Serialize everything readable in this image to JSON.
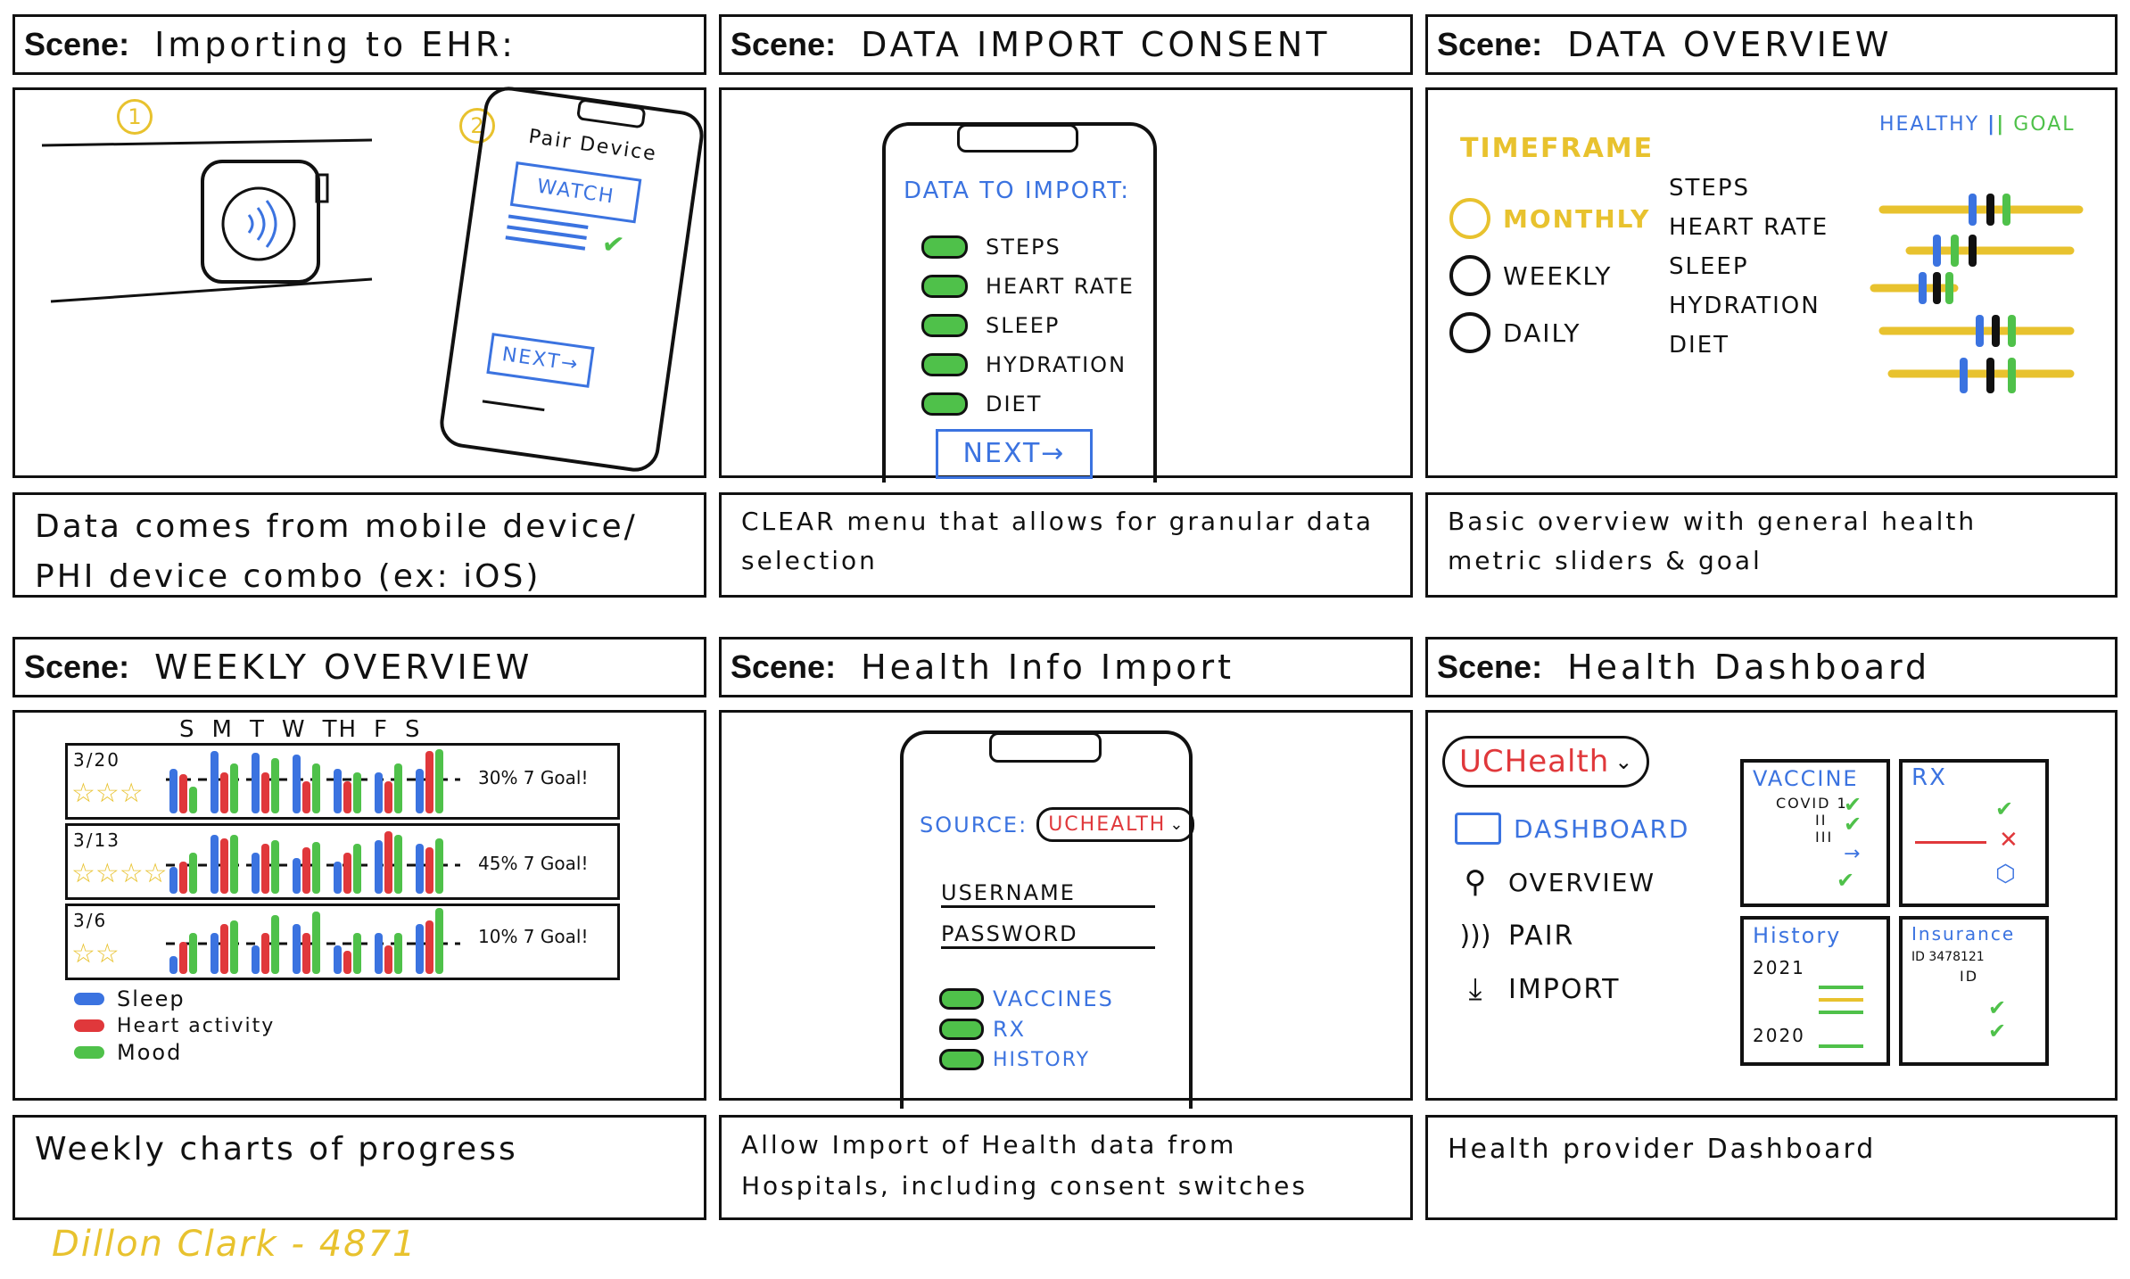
{
  "scene_label": "Scene:",
  "colors": {
    "blue": "#3b73e0",
    "red": "#e0383b",
    "green": "#4fc14a",
    "yellow": "#e8c22e",
    "ink": "#111111"
  },
  "panels": [
    {
      "title": "Importing to EHR:",
      "caption_lines": [
        "Data comes from mobile device/",
        "PHI device combo (ex: iOS)"
      ],
      "content": {
        "step1": "1",
        "step2": "2",
        "phone_title": "Pair Device",
        "watch_button": "WATCH",
        "next_button": "NEXT",
        "icons": [
          "watch-icon",
          "wireless-icon",
          "check-icon",
          "arrow-icon"
        ]
      }
    },
    {
      "title": "DATA IMPORT CONSENT",
      "caption_lines": [
        "CLEAR menu that allows for granular data",
        "selection"
      ],
      "content": {
        "heading": "DATA TO IMPORT:",
        "toggles": [
          "STEPS",
          "HEART RATE",
          "SLEEP",
          "HYDRATION",
          "DIET"
        ],
        "next_button": "NEXT"
      }
    },
    {
      "title": "DATA OVERVIEW",
      "caption_lines": [
        "Basic overview with general health",
        "metric sliders & goal"
      ],
      "content": {
        "timeframe_label": "TIMEFRAME",
        "timeframes": [
          "MONTHLY",
          "WEEKLY",
          "DAILY"
        ],
        "metrics": [
          "STEPS",
          "HEART RATE",
          "SLEEP",
          "HYDRATION",
          "DIET"
        ],
        "legend_healthy": "HEALTHY",
        "legend_goal": "GOAL"
      }
    },
    {
      "title": "WEEKLY OVERVIEW",
      "caption_lines": [
        "Weekly charts of progress"
      ],
      "content": {
        "days": [
          "S",
          "M",
          "T",
          "W",
          "TH",
          "F",
          "S"
        ],
        "weeks": [
          {
            "date": "3/20",
            "stars": 3,
            "goal_text": "30% 7 Goal!"
          },
          {
            "date": "3/13",
            "stars": 4,
            "goal_text": "45% 7 Goal!"
          },
          {
            "date": "3/6",
            "stars": 2,
            "goal_text": "10% 7 Goal!"
          }
        ],
        "legend": [
          "Sleep",
          "Heart activity",
          "Mood"
        ]
      }
    },
    {
      "title": "Health Info Import",
      "caption_lines": [
        "Allow Import of Health data from",
        "Hospitals, including consent switches"
      ],
      "content": {
        "source_label": "SOURCE:",
        "source_value": "UCHEALTH",
        "username_label": "USERNAME",
        "password_label": "PASSWORD",
        "toggles": [
          "VACCINES",
          "RX",
          "HISTORY"
        ]
      }
    },
    {
      "title": "Health Dashboard",
      "caption_lines": [
        "Health provider Dashboard"
      ],
      "content": {
        "provider": "UCHealth",
        "nav": [
          "DASHBOARD",
          "OVERVIEW",
          "PAIR",
          "IMPORT"
        ],
        "cards": [
          {
            "title": "VACCINE",
            "lines": [
              "COVID 1",
              "II",
              "III"
            ]
          },
          {
            "title": "RX",
            "lines": []
          },
          {
            "title": "History",
            "lines": [
              "2021",
              "2020"
            ]
          },
          {
            "title": "Insurance",
            "lines": [
              "ID 3478121",
              "ID"
            ]
          }
        ]
      }
    }
  ],
  "signature": "Dillon Clark - 4871"
}
